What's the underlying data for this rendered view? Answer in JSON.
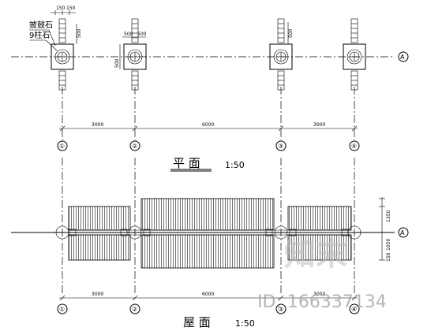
{
  "plan": {
    "title": "平 面",
    "scale": "1:50",
    "dims_top": [
      "3000",
      "6000",
      "3000"
    ],
    "base_stone_label": "披鼓石",
    "column_label": "9柱石",
    "pillar_dims": [
      "150",
      "150",
      "500",
      "500",
      "500",
      "500"
    ],
    "axes_bottom": [
      "①",
      "②",
      "③",
      "④"
    ],
    "axis_row": "A"
  },
  "roof": {
    "title": "屋 面",
    "scale": "1:50",
    "dims_bottom": [
      "3000",
      "6000",
      "3000"
    ],
    "side_dims": [
      "1350",
      "1050",
      "150"
    ],
    "axes_bottom": [
      "①",
      "②",
      "③",
      "④"
    ],
    "axis_row": "A"
  },
  "watermark": {
    "logo_text": "知末",
    "id_text": "ID: 166337134"
  }
}
